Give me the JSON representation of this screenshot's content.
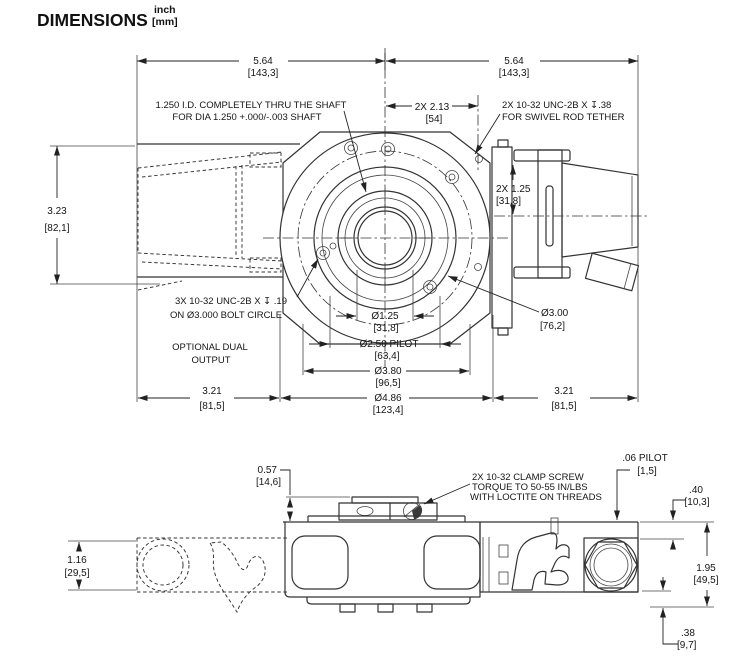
{
  "title": {
    "label": "DIMENSIONS",
    "unit_primary": "inch",
    "unit_secondary": "[mm]"
  },
  "front_view": {
    "dim_width_left": {
      "in": "5.64",
      "mm": "[143,3]"
    },
    "dim_width_right": {
      "in": "5.64",
      "mm": "[143,3]"
    },
    "dim_height": {
      "in": "3.23",
      "mm": "[82,1]"
    },
    "dim_hole_spacing": {
      "in": "2X 2.13",
      "mm": "[54]"
    },
    "note_shaft_line1": "1.250 I.D. COMPLETELY THRU THE SHAFT",
    "note_shaft_line2": "FOR DIA 1.250 +.000/-.003 SHAFT",
    "note_tether_line1": "2X 10-32 UNC-2B X ↧.38",
    "note_tether_line2": "FOR SWIVEL ROD TETHER",
    "dim_flange_offset": {
      "in": "2X 1.25",
      "mm": "[31,8]"
    },
    "note_bolt_line1": "3X 10-32 UNC-2B X ↧ .19",
    "note_bolt_line2": "ON  Ø3.000 BOLT CIRCLE",
    "note_optional_line1": "OPTIONAL DUAL",
    "note_optional_line2": "OUTPUT",
    "dim_bore": {
      "in": "Ø1.25",
      "mm": "[31,8]"
    },
    "dim_pilot": {
      "in": "Ø2.50 PILOT",
      "mm": "[63,4]"
    },
    "dim_bolt_circle": {
      "in": "Ø3.80",
      "mm": "[96,5]"
    },
    "dim_flange": {
      "in": "Ø4.86",
      "mm": "[123,4]"
    },
    "dim_body": {
      "in": "Ø3.00",
      "mm": "[76,2]"
    },
    "dim_left_depth": {
      "in": "3.21",
      "mm": "[81,5]"
    },
    "dim_right_depth": {
      "in": "3.21",
      "mm": "[81,5]"
    }
  },
  "side_view": {
    "dim_clamp_height": {
      "in": "0.57",
      "mm": "[14,6]"
    },
    "note_clamp_line1": "2X 10-32 CLAMP SCREW",
    "note_clamp_line2": "TORQUE TO 50-55 IN/LBS",
    "note_clamp_line3": "WITH LOCTITE ON THREADS",
    "dim_pilot_depth": {
      "in": ".06 PILOT",
      "mm": "[1,5]"
    },
    "dim_flange_thickness": {
      "in": ".40",
      "mm": "[10,3]"
    },
    "dim_hidden_width": {
      "in": "1.16",
      "mm": "[29,5]"
    },
    "dim_overall_height": {
      "in": "1.95",
      "mm": "[49,5]"
    },
    "dim_base_height": {
      "in": ".38",
      "mm": "[9,7]"
    }
  },
  "colors": {
    "line": "#333333",
    "text": "#151515",
    "background": "#ffffff"
  }
}
